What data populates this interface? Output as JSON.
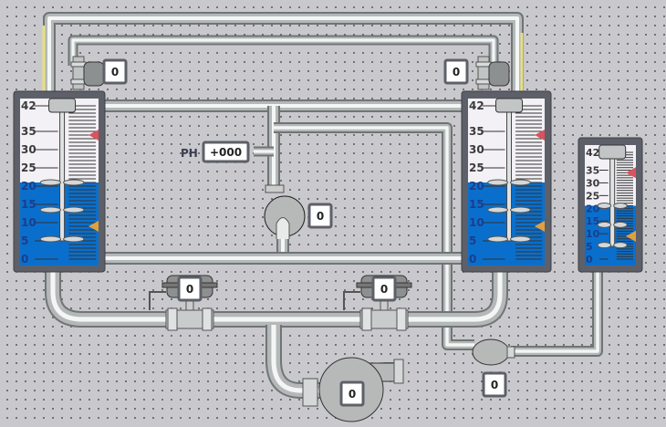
{
  "colors": {
    "liquid": "#0a6fcc",
    "tank_frame": "#5d6068",
    "high_marker": "#d9535f",
    "low_marker": "#e0a040",
    "pipe": "#a6aaaa"
  },
  "tanks": [
    {
      "id": "tank-1",
      "max": 42,
      "level": 21,
      "high_setpoint": 34,
      "low_setpoint": 9,
      "scale_labels": [
        "42",
        "35",
        "30",
        "25",
        "20",
        "15",
        "10",
        "5",
        "0"
      ]
    },
    {
      "id": "tank-2",
      "max": 42,
      "level": 21,
      "high_setpoint": 34,
      "low_setpoint": 9,
      "scale_labels": [
        "42",
        "35",
        "30",
        "25",
        "20",
        "15",
        "10",
        "5",
        "0"
      ]
    },
    {
      "id": "tank-3",
      "max": 42,
      "level": 21,
      "high_setpoint": 34,
      "low_setpoint": 9,
      "scale_labels": [
        "42",
        "35",
        "30",
        "25",
        "20",
        "15",
        "10",
        "5",
        "0"
      ]
    }
  ],
  "displays": {
    "valve_top_left": "0",
    "valve_top_right": "0",
    "pump_middle": "0",
    "valve_bottom_left": "0",
    "valve_bottom_right": "0",
    "pump_main": "0",
    "pump_small": "0"
  },
  "ph": {
    "label": "PH",
    "value": "+000"
  }
}
